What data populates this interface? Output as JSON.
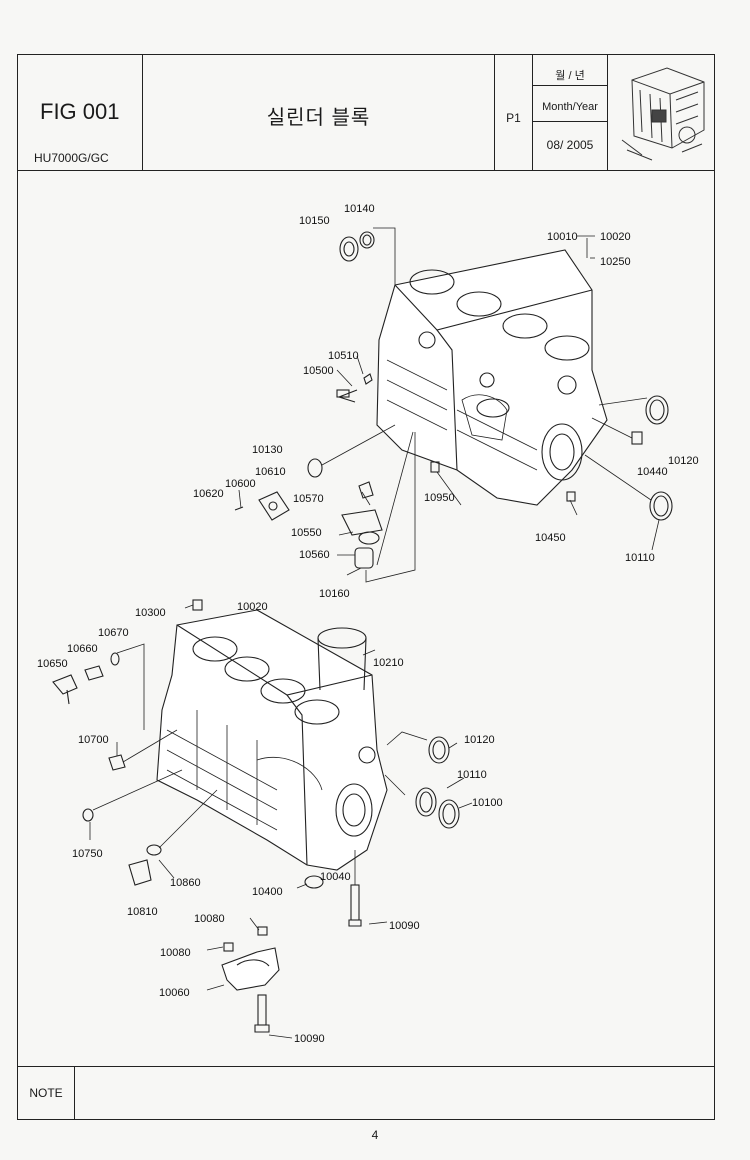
{
  "header": {
    "fig": "FIG 001",
    "model": "HU7000G/GC",
    "title": "실린더 블록",
    "page": "P1",
    "month_year_kr": "월 / 년",
    "month_year_en": "Month/Year",
    "date": "08/ 2005"
  },
  "footer": {
    "note_label": "NOTE",
    "page_number": "4"
  },
  "parts": [
    {
      "id": "p10150",
      "text": "10150"
    },
    {
      "id": "p10140",
      "text": "10140"
    },
    {
      "id": "p10010",
      "text": "10010"
    },
    {
      "id": "p10020a",
      "text": "10020"
    },
    {
      "id": "p10250",
      "text": "10250"
    },
    {
      "id": "p10510",
      "text": "10510"
    },
    {
      "id": "p10500",
      "text": "10500"
    },
    {
      "id": "p10130",
      "text": "10130"
    },
    {
      "id": "p10610",
      "text": "10610"
    },
    {
      "id": "p10600",
      "text": "10600"
    },
    {
      "id": "p10620",
      "text": "10620"
    },
    {
      "id": "p10570",
      "text": "10570"
    },
    {
      "id": "p10550",
      "text": "10550"
    },
    {
      "id": "p10560",
      "text": "10560"
    },
    {
      "id": "p10160",
      "text": "10160"
    },
    {
      "id": "p10950",
      "text": "10950"
    },
    {
      "id": "p10450",
      "text": "10450"
    },
    {
      "id": "p10110a",
      "text": "10110"
    },
    {
      "id": "p10440",
      "text": "10440"
    },
    {
      "id": "p10120a",
      "text": "10120"
    },
    {
      "id": "p10300",
      "text": "10300"
    },
    {
      "id": "p10020b",
      "text": "10020"
    },
    {
      "id": "p10670",
      "text": "10670"
    },
    {
      "id": "p10660",
      "text": "10660"
    },
    {
      "id": "p10650",
      "text": "10650"
    },
    {
      "id": "p10210",
      "text": "10210"
    },
    {
      "id": "p10700",
      "text": "10700"
    },
    {
      "id": "p10120b",
      "text": "10120"
    },
    {
      "id": "p10110b",
      "text": "10110"
    },
    {
      "id": "p10100",
      "text": "10100"
    },
    {
      "id": "p10750",
      "text": "10750"
    },
    {
      "id": "p10860",
      "text": "10860"
    },
    {
      "id": "p10810",
      "text": "10810"
    },
    {
      "id": "p10040",
      "text": "10040"
    },
    {
      "id": "p10400",
      "text": "10400"
    },
    {
      "id": "p10090a",
      "text": "10090"
    },
    {
      "id": "p10080a",
      "text": "10080"
    },
    {
      "id": "p10080b",
      "text": "10080"
    },
    {
      "id": "p10060",
      "text": "10060"
    },
    {
      "id": "p10090b",
      "text": "10090"
    }
  ]
}
